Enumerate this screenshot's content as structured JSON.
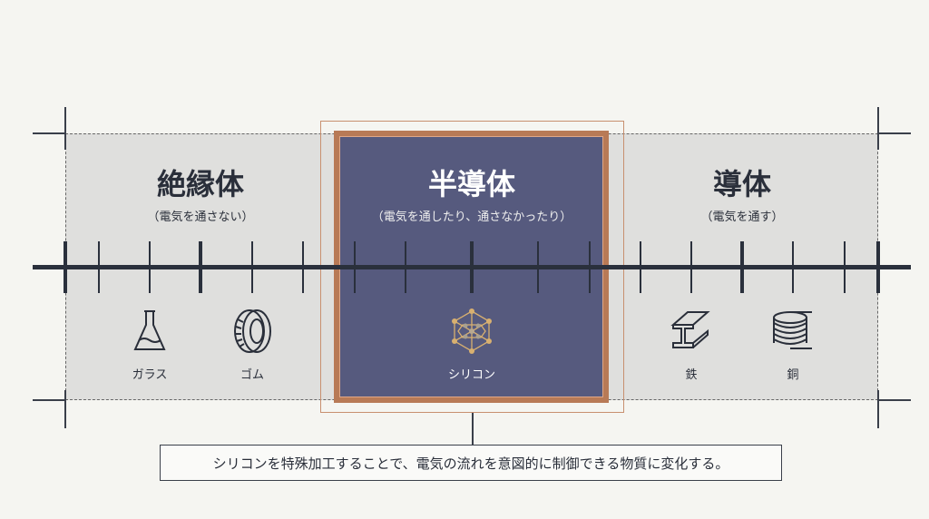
{
  "categories": [
    {
      "title": "絶縁体",
      "subtitle": "（電気を通さない）",
      "examples": [
        {
          "label": "ガラス",
          "icon": "flask-icon"
        },
        {
          "label": "ゴム",
          "icon": "tire-icon"
        }
      ]
    },
    {
      "title": "半導体",
      "subtitle": "（電気を通したり、通さなかったり）",
      "examples": [
        {
          "label": "シリコン",
          "icon": "crystal-lattice-icon"
        }
      ]
    },
    {
      "title": "導体",
      "subtitle": "（電気を通す）",
      "examples": [
        {
          "label": "鉄",
          "icon": "steel-beam-icon"
        },
        {
          "label": "銅",
          "icon": "copper-coil-icon"
        }
      ]
    }
  ],
  "caption": "シリコンを特殊加工することで、電気の流れを意図的に制御できる物質に変化する。",
  "colors": {
    "semiconductor_fill": "#565a7e",
    "copper": "#b87a56",
    "band": "#dfdfdd",
    "ink": "#2a2f3a",
    "gold": "#d8b070"
  }
}
